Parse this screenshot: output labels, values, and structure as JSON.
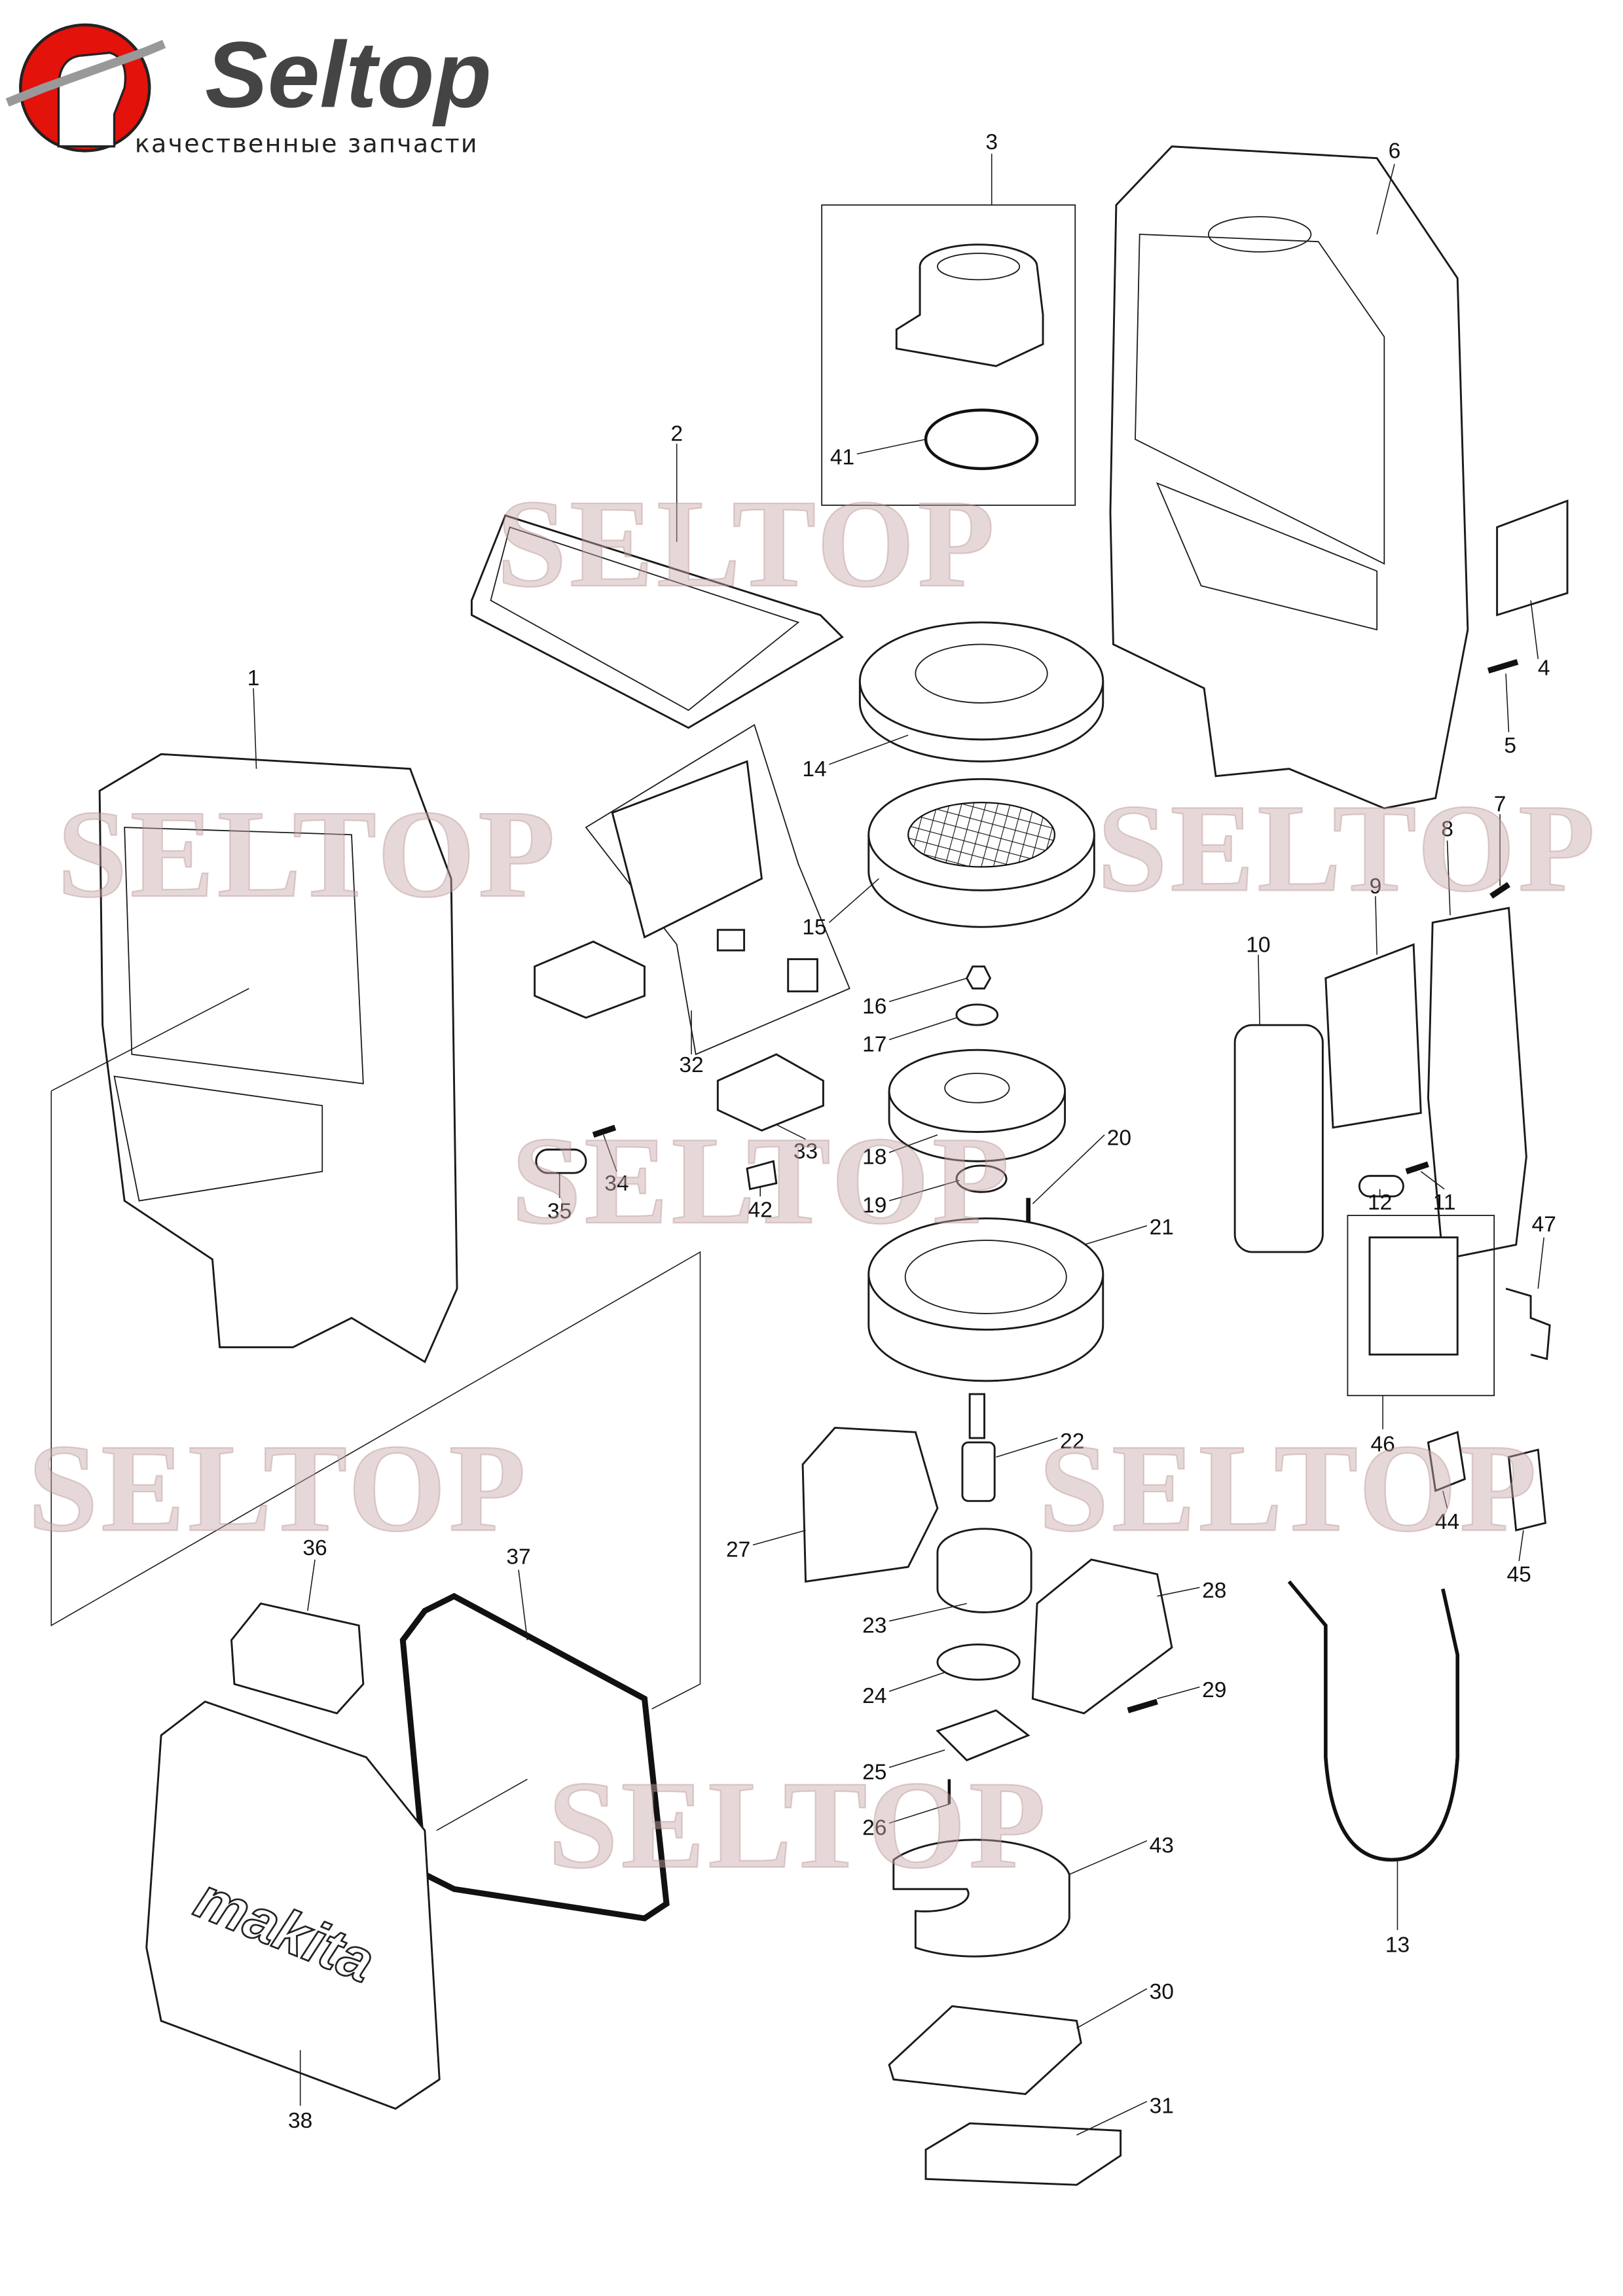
{
  "logo": {
    "brand": "Seltop",
    "tagline": "качественные запчасти"
  },
  "watermark": "SELTOP",
  "product_logo": "makita",
  "colors": {
    "logo_red": "#e3120b",
    "logo_text": "#444444",
    "line": "#1a1a1a",
    "watermark": "#c8a8a8"
  },
  "part_numbers": {
    "p1": "1",
    "p2": "2",
    "p3": "3",
    "p4": "4",
    "p5": "5",
    "p6": "6",
    "p7": "7",
    "p8": "8",
    "p9": "9",
    "p10": "10",
    "p11": "11",
    "p12": "12",
    "p13": "13",
    "p14": "14",
    "p15": "15",
    "p16": "16",
    "p17": "17",
    "p18": "18",
    "p19": "19",
    "p20": "20",
    "p21": "21",
    "p22": "22",
    "p23": "23",
    "p24": "24",
    "p25": "25",
    "p26": "26",
    "p27": "27",
    "p28": "28",
    "p29": "29",
    "p30": "30",
    "p31": "31",
    "p32": "32",
    "p33": "33",
    "p34": "34",
    "p35": "35",
    "p36": "36",
    "p37": "37",
    "p38": "38",
    "p41": "41",
    "p42": "42",
    "p43": "43",
    "p44": "44",
    "p45": "45",
    "p46": "46",
    "p47": "47"
  }
}
